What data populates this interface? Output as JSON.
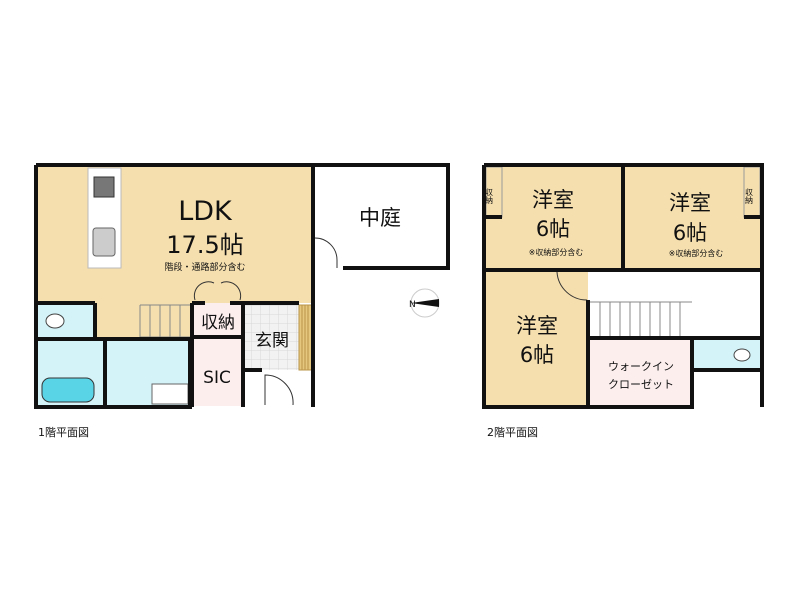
{
  "floor1": {
    "caption": "1階平面図",
    "ldk": {
      "name": "LDK",
      "size": "17.5帖",
      "note": "階段・通路部分含む"
    },
    "courtyard": "中庭",
    "storage": "収納",
    "entrance": "玄関",
    "sic": "SIC"
  },
  "floor2": {
    "caption": "2階平面図",
    "room1": {
      "name": "洋室",
      "size": "6帖",
      "note": "※収納部分含む",
      "storage": "収納"
    },
    "room2": {
      "name": "洋室",
      "size": "6帖",
      "note": "※収納部分含む",
      "storage": "収納"
    },
    "room3": {
      "name": "洋室",
      "size": "6帖"
    },
    "wic_line1": "ウォークイン",
    "wic_line2": "クローゼット"
  },
  "compass": {
    "label": "N"
  },
  "colors": {
    "room": "#f5dfae",
    "wet": "#d4f3f8",
    "storage": "#fdeeee",
    "tile": "#eeeeee"
  }
}
